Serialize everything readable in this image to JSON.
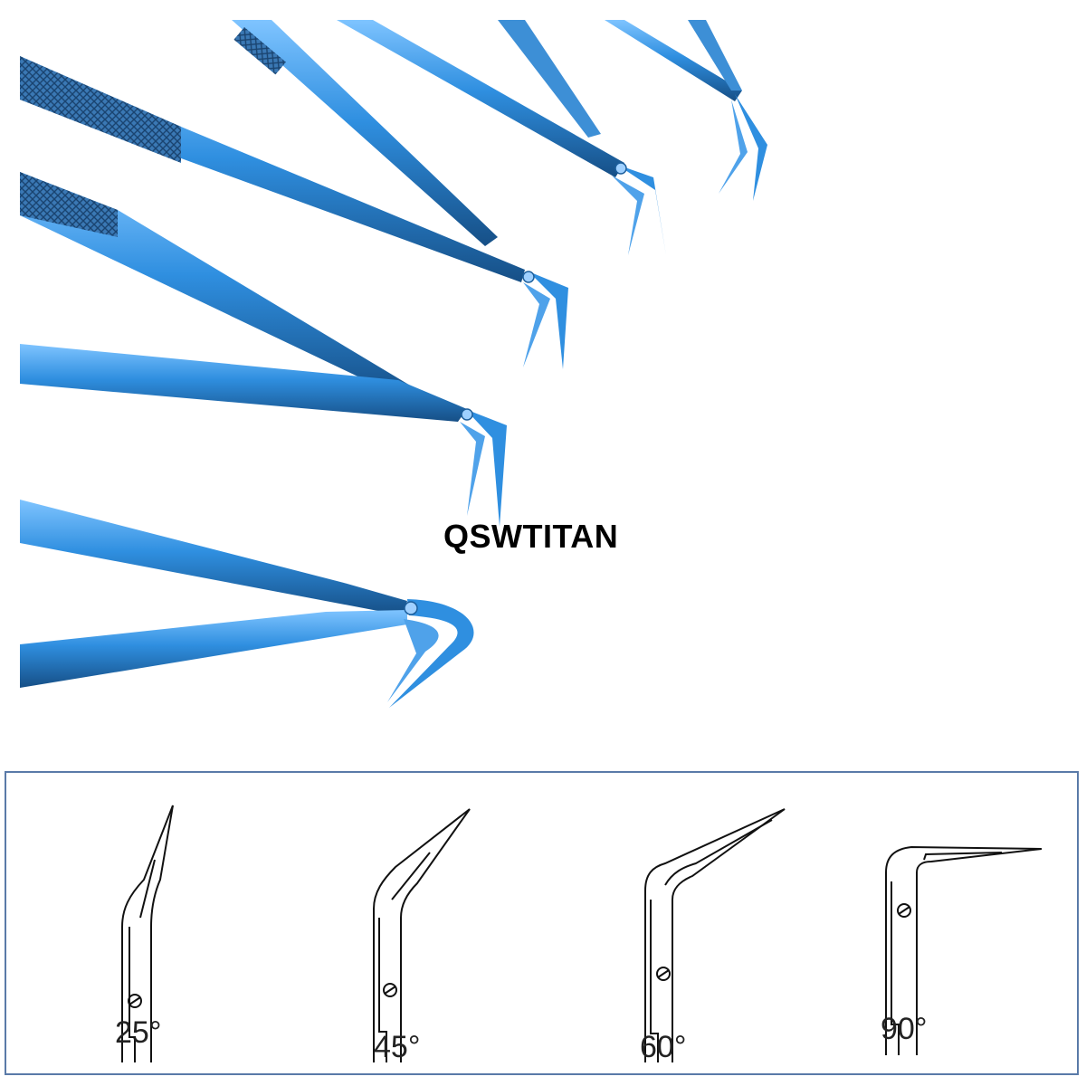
{
  "brand": {
    "name": "QSWTITAN"
  },
  "colors": {
    "instrument": "#2f8fe0",
    "instrument_dark": "#1d5f9c",
    "panel_border": "#5a7aa8",
    "diagram_line": "#111111"
  },
  "angle_panel": {
    "diagrams": [
      {
        "label": "25°",
        "icon": "scissors-25-degree-icon"
      },
      {
        "label": "45°",
        "icon": "scissors-45-degree-icon"
      },
      {
        "label": "60°",
        "icon": "scissors-60-degree-icon"
      },
      {
        "label": "90°",
        "icon": "scissors-90-degree-icon"
      }
    ]
  }
}
